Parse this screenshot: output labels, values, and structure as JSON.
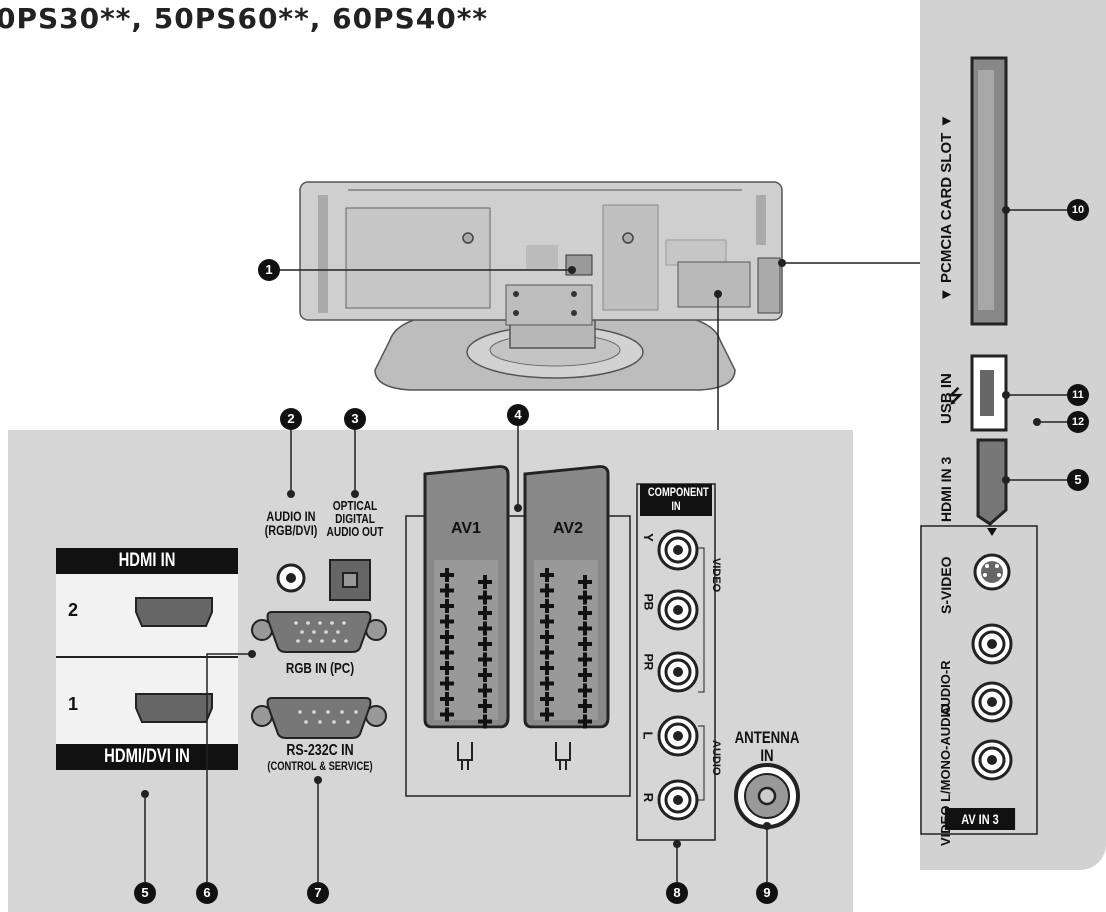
{
  "title": "0PS30**, 50PS60**, 60PS40**",
  "callouts": [
    "1",
    "2",
    "3",
    "4",
    "5",
    "6",
    "7",
    "8",
    "9",
    "10",
    "11",
    "5",
    "12"
  ],
  "rear_panel": {
    "hdmi_in_header": "HDMI IN",
    "hdmi_port_2": "2",
    "hdmi_port_1": "1",
    "hdmi_dvi_in_footer": "HDMI/DVI IN",
    "audio_in": "AUDIO IN",
    "audio_in_sub": "(RGB/DVI)",
    "optical_1": "OPTICAL",
    "optical_2": "DIGITAL",
    "optical_3": "AUDIO OUT",
    "rgb_in": "RGB IN (PC)",
    "rs232_in": "RS-232C IN",
    "rs232_sub": "(CONTROL & SERVICE)",
    "av1": "AV1",
    "av2": "AV2",
    "component_1": "COMPONENT",
    "component_2": "IN",
    "comp_y": "Y",
    "comp_pb": "PB",
    "comp_pr": "PR",
    "comp_l": "L",
    "comp_r": "R",
    "video_label": "VIDEO",
    "audio_label": "AUDIO",
    "antenna_1": "ANTENNA",
    "antenna_2": "IN"
  },
  "side_panel": {
    "pcmcia": "▼ PCMCIA CARD SLOT ▼",
    "usb_in": "USB IN",
    "hdmi_in_3": "HDMI IN 3",
    "s_video": "S-VIDEO",
    "audio_r": "AUDIO-R",
    "video_lmono": "VIDEO L/MONO-AUDIO",
    "av_in_3": "AV IN 3"
  }
}
